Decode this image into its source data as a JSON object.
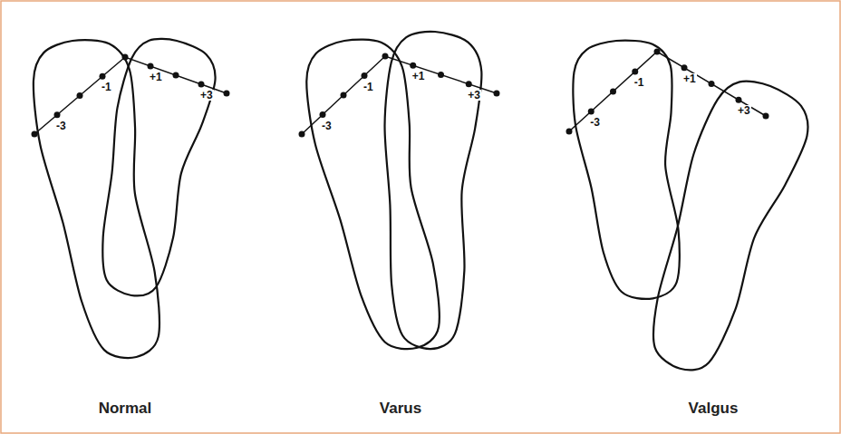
{
  "diagram": {
    "labels": [
      "-3",
      "-1",
      "+1",
      "+3",
      "-3",
      "-1",
      "+1",
      "+3",
      "-3",
      "-1",
      "+1",
      "+3",
      "Normal",
      "Varus",
      "Valgus"
    ]
  }
}
